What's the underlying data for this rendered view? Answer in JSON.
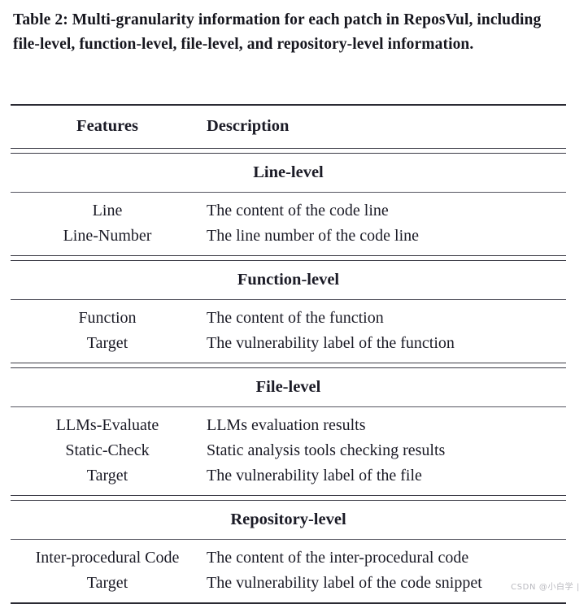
{
  "caption": {
    "text": "Table 2: Multi-granularity information for each patch in ReposVul, including file-level, function-level, file-level, and repository-level information."
  },
  "table": {
    "columns": [
      {
        "header": "Features"
      },
      {
        "header": "Description"
      }
    ],
    "sections": [
      {
        "title": "Line-level",
        "rows": [
          {
            "feature": "Line",
            "description": "The content of the code line"
          },
          {
            "feature": "Line-Number",
            "description": "The line number of the code line"
          }
        ]
      },
      {
        "title": "Function-level",
        "rows": [
          {
            "feature": "Function",
            "description": "The content of the function"
          },
          {
            "feature": "Target",
            "description": "The vulnerability label of the function"
          }
        ]
      },
      {
        "title": "File-level",
        "rows": [
          {
            "feature": "LLMs-Evaluate",
            "description": "LLMs evaluation results"
          },
          {
            "feature": "Static-Check",
            "description": "Static analysis tools checking results"
          },
          {
            "feature": "Target",
            "description": "The vulnerability label of the file"
          }
        ]
      },
      {
        "title": "Repository-level",
        "rows": [
          {
            "feature": "Inter-procedural Code",
            "description": "The content of the inter-procedural code"
          },
          {
            "feature": "Target",
            "description": "The vulnerability label of the code snippet"
          }
        ]
      }
    ]
  },
  "watermark": {
    "text": "CSDN @小白学 |"
  },
  "colors": {
    "page_background": "#ffffff",
    "text": "#1b1b26",
    "rule": "#2a2a33",
    "watermark": "#b9b9bf"
  }
}
